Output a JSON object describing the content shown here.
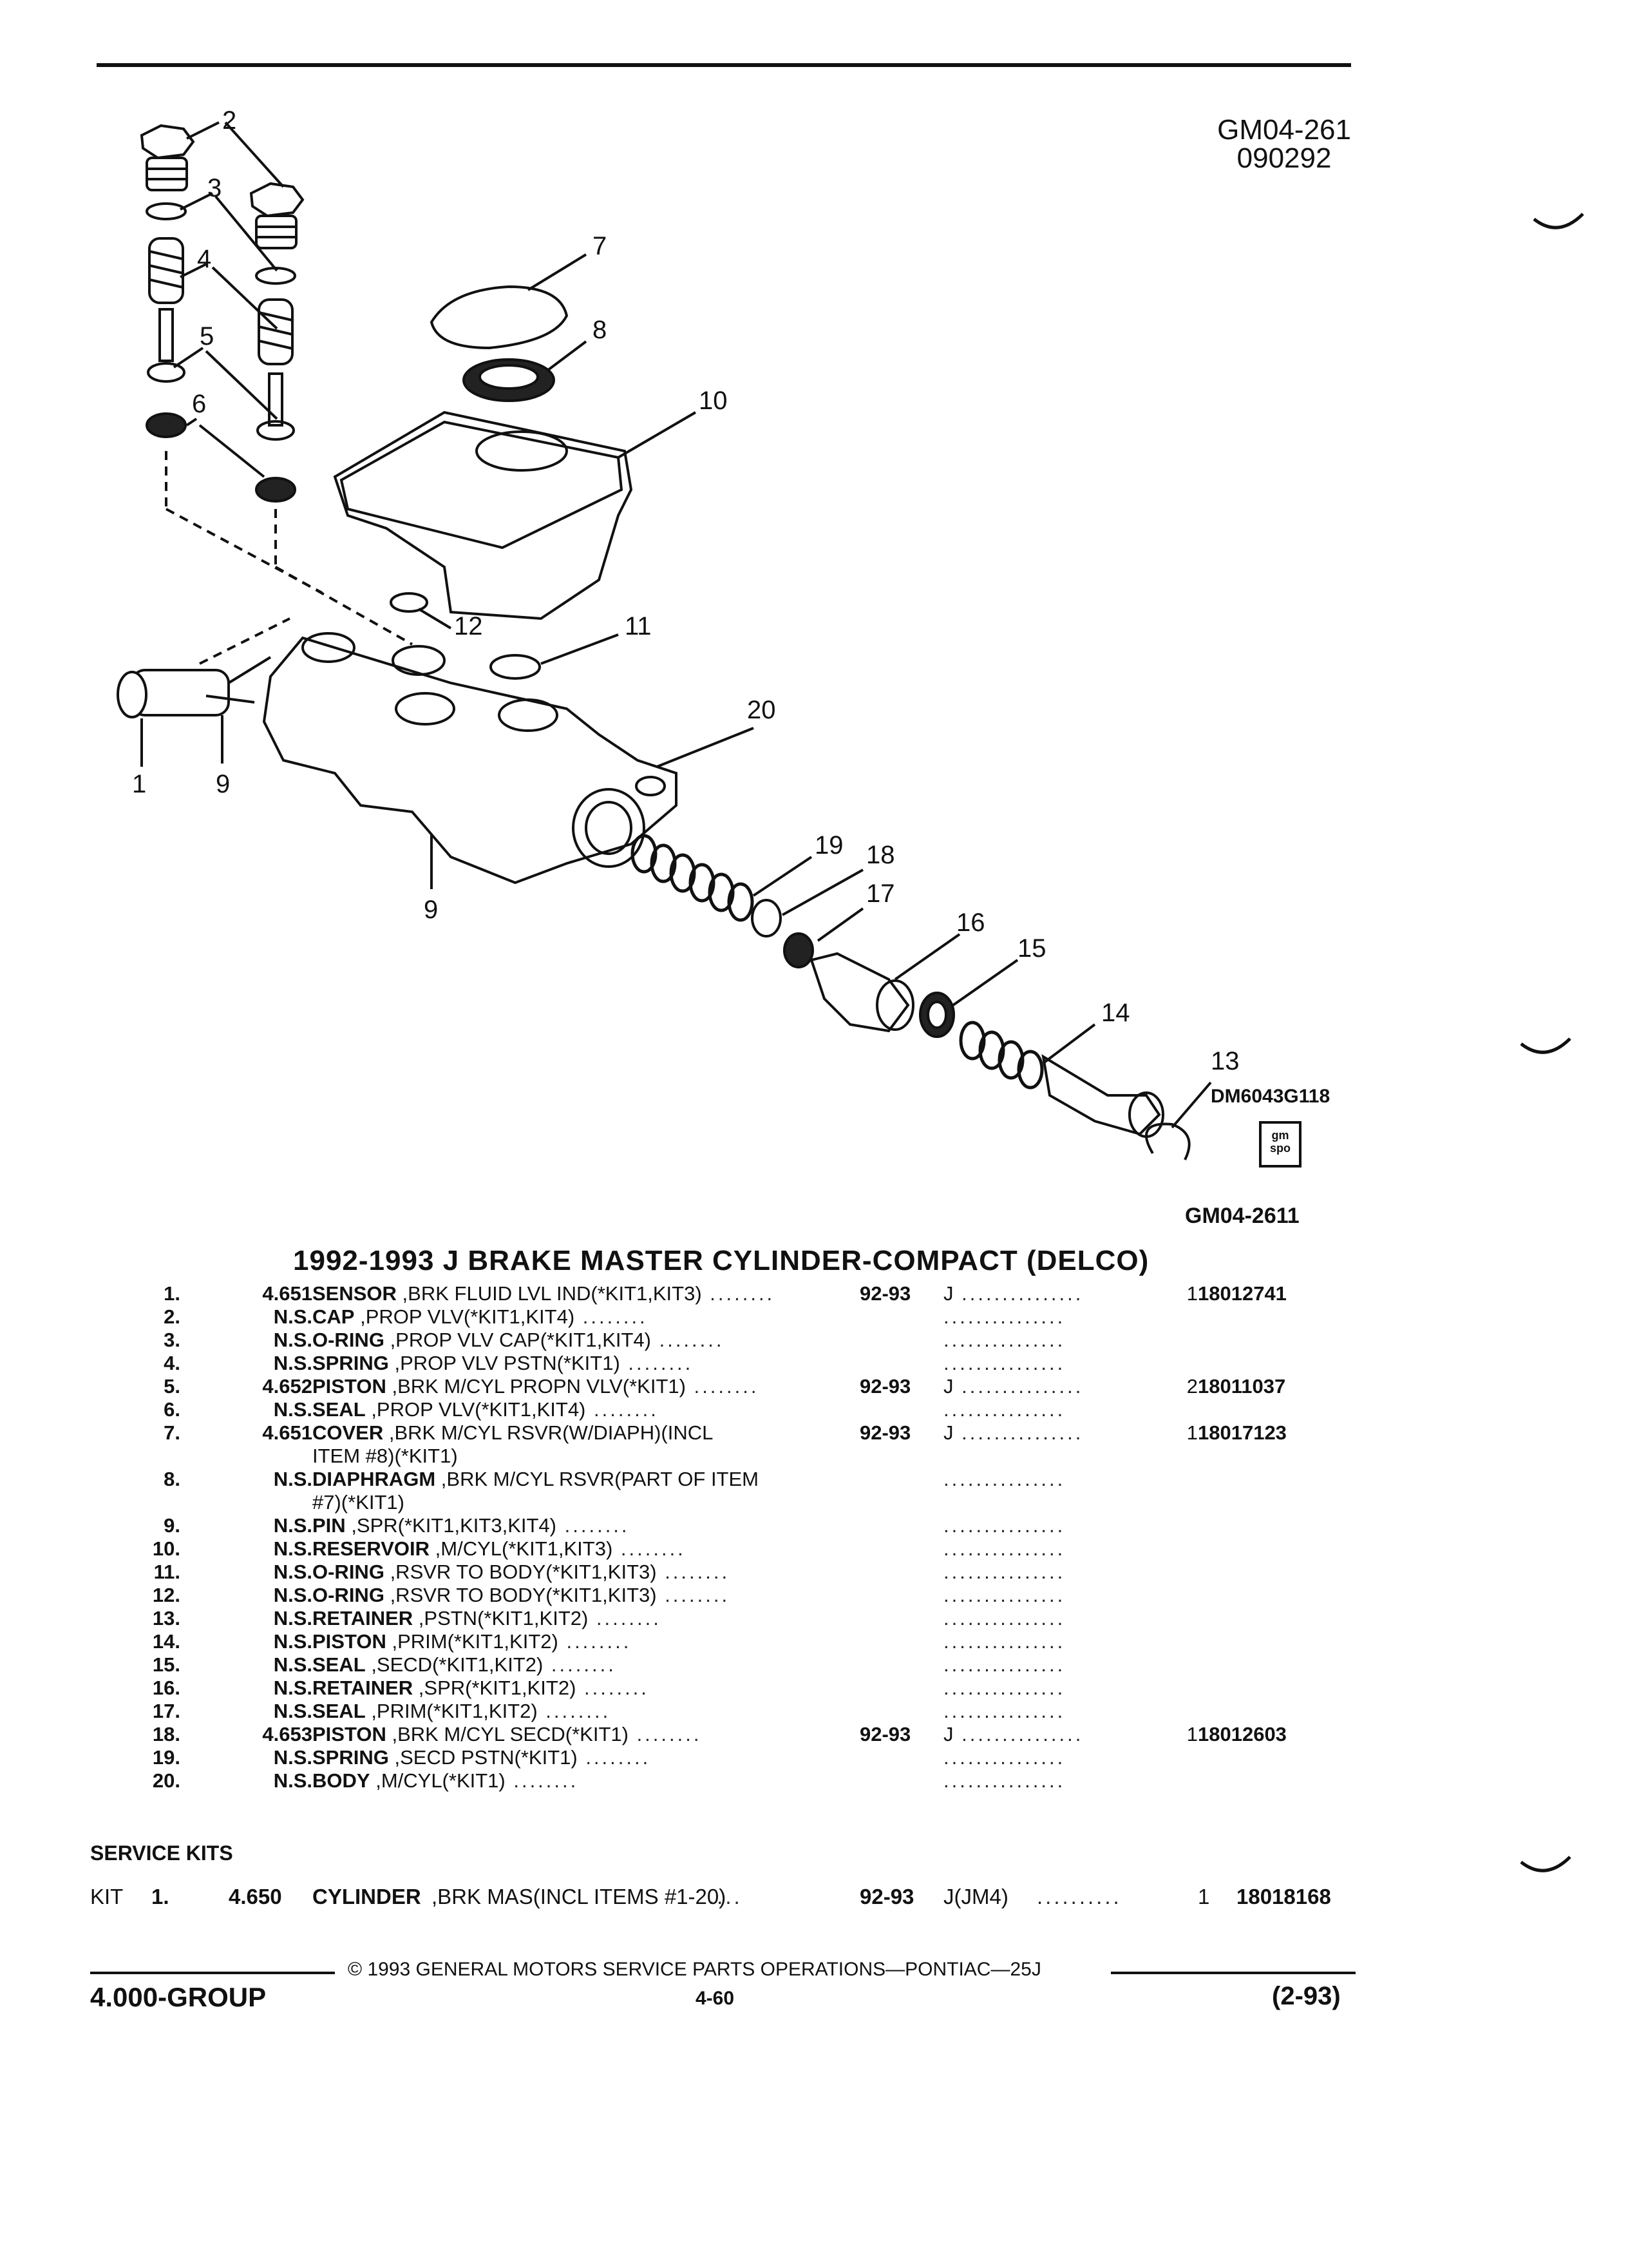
{
  "header": {
    "figure_code": "GM04-261",
    "figure_date": "090292"
  },
  "diagram": {
    "callouts": [
      "1",
      "2",
      "3",
      "4",
      "5",
      "6",
      "7",
      "8",
      "9",
      "9",
      "10",
      "11",
      "12",
      "13",
      "14",
      "15",
      "16",
      "17",
      "18",
      "19",
      "20"
    ],
    "art_code": "DM6043G118",
    "logo_text": "gm spo",
    "footer_code": "GM04-2611"
  },
  "title": "1992-1993 J BRAKE MASTER CYLINDER-COMPACT (DELCO)",
  "parts": [
    {
      "num": "1.",
      "group": "4.651",
      "name": "SENSOR",
      "desc": ",BRK FLUID LVL IND(*KIT1,KIT3)",
      "year": "92-93",
      "model": "J",
      "qty": "1",
      "pn": "18012741"
    },
    {
      "num": "2.",
      "group": "N.S.",
      "name": "CAP",
      "desc": ",PROP VLV(*KIT1,KIT4)",
      "year": "",
      "model": "",
      "qty": "",
      "pn": ""
    },
    {
      "num": "3.",
      "group": "N.S.",
      "name": "O-RING",
      "desc": ",PROP VLV CAP(*KIT1,KIT4)",
      "year": "",
      "model": "",
      "qty": "",
      "pn": ""
    },
    {
      "num": "4.",
      "group": "N.S.",
      "name": "SPRING",
      "desc": ",PROP VLV PSTN(*KIT1)",
      "year": "",
      "model": "",
      "qty": "",
      "pn": ""
    },
    {
      "num": "5.",
      "group": "4.652",
      "name": "PISTON",
      "desc": ",BRK M/CYL PROPN VLV(*KIT1)",
      "year": "92-93",
      "model": "J",
      "qty": "2",
      "pn": "18011037"
    },
    {
      "num": "6.",
      "group": "N.S.",
      "name": "SEAL",
      "desc": ",PROP VLV(*KIT1,KIT4)",
      "year": "",
      "model": "",
      "qty": "",
      "pn": ""
    },
    {
      "num": "7.",
      "group": "4.651",
      "name": "COVER",
      "desc": ",BRK M/CYL RSVR(W/DIAPH)(INCL",
      "desc2": "ITEM #8)(*KIT1)",
      "year": "92-93",
      "model": "J",
      "qty": "1",
      "pn": "18017123"
    },
    {
      "num": "8.",
      "group": "N.S.",
      "name": "DIAPHRAGM",
      "desc": ",BRK M/CYL RSVR(PART OF ITEM",
      "desc2": "#7)(*KIT1)",
      "year": "",
      "model": "",
      "qty": "",
      "pn": ""
    },
    {
      "num": "9.",
      "group": "N.S.",
      "name": "PIN",
      "desc": ",SPR(*KIT1,KIT3,KIT4)",
      "year": "",
      "model": "",
      "qty": "",
      "pn": ""
    },
    {
      "num": "10.",
      "group": "N.S.",
      "name": "RESERVOIR",
      "desc": ",M/CYL(*KIT1,KIT3)",
      "year": "",
      "model": "",
      "qty": "",
      "pn": ""
    },
    {
      "num": "11.",
      "group": "N.S.",
      "name": "O-RING",
      "desc": ",RSVR TO BODY(*KIT1,KIT3)",
      "year": "",
      "model": "",
      "qty": "",
      "pn": ""
    },
    {
      "num": "12.",
      "group": "N.S.",
      "name": "O-RING",
      "desc": ",RSVR TO BODY(*KIT1,KIT3)",
      "year": "",
      "model": "",
      "qty": "",
      "pn": ""
    },
    {
      "num": "13.",
      "group": "N.S.",
      "name": "RETAINER",
      "desc": ",PSTN(*KIT1,KIT2)",
      "year": "",
      "model": "",
      "qty": "",
      "pn": ""
    },
    {
      "num": "14.",
      "group": "N.S.",
      "name": "PISTON",
      "desc": ",PRIM(*KIT1,KIT2)",
      "year": "",
      "model": "",
      "qty": "",
      "pn": ""
    },
    {
      "num": "15.",
      "group": "N.S.",
      "name": "SEAL",
      "desc": ",SECD(*KIT1,KIT2)",
      "year": "",
      "model": "",
      "qty": "",
      "pn": ""
    },
    {
      "num": "16.",
      "group": "N.S.",
      "name": "RETAINER",
      "desc": ",SPR(*KIT1,KIT2)",
      "year": "",
      "model": "",
      "qty": "",
      "pn": ""
    },
    {
      "num": "17.",
      "group": "N.S.",
      "name": "SEAL",
      "desc": ",PRIM(*KIT1,KIT2)",
      "year": "",
      "model": "",
      "qty": "",
      "pn": ""
    },
    {
      "num": "18.",
      "group": "4.653",
      "name": "PISTON",
      "desc": ",BRK M/CYL SECD(*KIT1)",
      "year": "92-93",
      "model": "J",
      "qty": "1",
      "pn": "18012603"
    },
    {
      "num": "19.",
      "group": "N.S.",
      "name": "SPRING",
      "desc": ",SECD PSTN(*KIT1)",
      "year": "",
      "model": "",
      "qty": "",
      "pn": ""
    },
    {
      "num": "20.",
      "group": "N.S.",
      "name": "BODY",
      "desc": ",M/CYL(*KIT1)",
      "year": "",
      "model": "",
      "qty": "",
      "pn": ""
    }
  ],
  "service_kits": {
    "heading": "SERVICE KITS",
    "kit": {
      "label": "KIT",
      "num": "1.",
      "group": "4.650",
      "name": "CYLINDER",
      "desc": ",BRK MAS(INCL ITEMS #1-20)",
      "year": "92-93",
      "model": "J(JM4)",
      "qty": "1",
      "pn": "18018168"
    }
  },
  "footer": {
    "copyright": "© 1993 GENERAL MOTORS SERVICE PARTS OPERATIONS—PONTIAC—25J",
    "group": "4.000-GROUP",
    "page": "4-60",
    "date": "(2-93)"
  }
}
